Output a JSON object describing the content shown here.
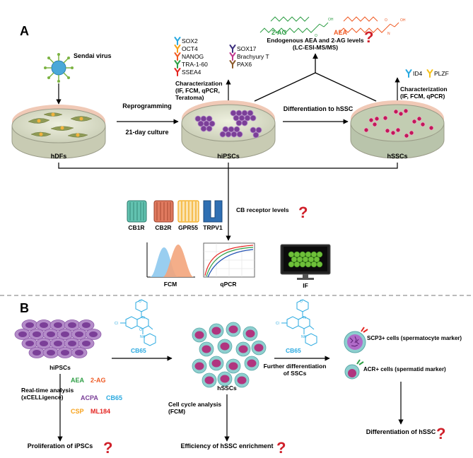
{
  "panelA": {
    "label": "A",
    "sendai": "Sendai virus",
    "hdfs": "hDFs",
    "hipscs": "hiPSCs",
    "hsscs": "hSSCs",
    "reprogramming": "Reprogramming",
    "culture": "21-day culture",
    "diff_hssc": "Differentiation to hSSC",
    "markers_left": [
      {
        "text": "SOX2",
        "color": "#29a9e0"
      },
      {
        "text": "OCT4",
        "color": "#f7a21b"
      },
      {
        "text": "NANOG",
        "color": "#ef5a24"
      },
      {
        "text": "TRA-1-60",
        "color": "#2e9e45"
      },
      {
        "text": "SSEA4",
        "color": "#e42521"
      }
    ],
    "markers_right": [
      {
        "text": "SOX17",
        "color": "#3c2f7e"
      },
      {
        "text": "Brachyury T",
        "color": "#c2378e"
      },
      {
        "text": "PAX6",
        "color": "#8b5a2b"
      }
    ],
    "char1": [
      "Characterization",
      "(IF, FCM, qPCR,",
      "Teratoma)"
    ],
    "ssc_markers": [
      {
        "text": "ID4",
        "color": "#29a9e0"
      },
      {
        "text": "PLZF",
        "color": "#f7c21b"
      }
    ],
    "char2": [
      "Characterization",
      "(IF, FCM, qPCR)"
    ],
    "ag2": "2-AG",
    "aea": "AEA",
    "endo": [
      "Endogenous AEA and 2-AG levels",
      "(LC-ESI-MS/MS)"
    ],
    "cb1r": "CB1R",
    "cb2r": "CB2R",
    "gpr55": "GPR55",
    "trpv1": "TRPV1",
    "cb_levels": "CB receptor levels",
    "fcm": "FCM",
    "qpcr": "qPCR",
    "if": "IF",
    "qmark": "?"
  },
  "panelB": {
    "label": "B",
    "hipscs": "hiPSCs",
    "hsscs": "hSSCs",
    "cb65_1": "CB65",
    "cb65_2": "CB65",
    "further": [
      "Further differentiation",
      "of SSCs"
    ],
    "scp3": "SCP3+ cells (spermatocyte marker)",
    "acr": "ACR+ cells (spermatid marker)",
    "rta": [
      "Real-time analysis",
      "(xCELLigence)"
    ],
    "aea": "AEA",
    "ag2": "2-AG",
    "acpa": "ACPA",
    "cb65": "CB65",
    "csp": "CSP",
    "ml184": "ML184",
    "cycle": [
      "Cell cycle analysis",
      "(FCM)"
    ],
    "prolif": "Proliferation of iPSCs",
    "eff": "Efficiency of hSSC enrichment",
    "diff": "Differentiation of hSSC",
    "chem_o": "O",
    "chem_n": "N",
    "chem_cl": "Cl",
    "chem_nh": "NH",
    "qmark": "?"
  },
  "colors": {
    "question": "#d0202a",
    "ag2": "#2e9e45",
    "aea": "#ef5a24",
    "cb65": "#29a9e0",
    "acpa": "#7b3f98",
    "csp": "#f7a21b",
    "ml184": "#e42521",
    "cell_purple": "#7b3f98",
    "cell_light": "#b48cc9"
  }
}
